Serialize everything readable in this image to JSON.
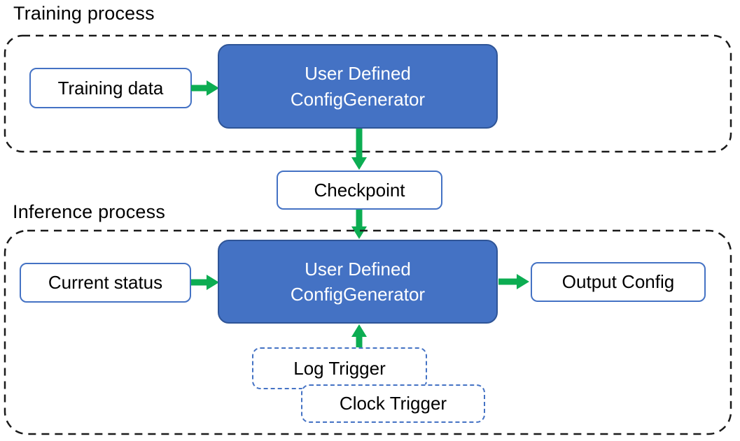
{
  "diagram": {
    "training_section": {
      "label": "Training process"
    },
    "inference_section": {
      "label": "Inference process"
    },
    "nodes": {
      "training_data": "Training data",
      "config_generator_training": {
        "line1": "User Defined",
        "line2": "ConfigGenerator"
      },
      "checkpoint": "Checkpoint",
      "current_status": "Current status",
      "config_generator_inference": {
        "line1": "User Defined",
        "line2": "ConfigGenerator"
      },
      "output_config": "Output Config",
      "log_trigger": "Log Trigger",
      "clock_trigger": "Clock Trigger"
    },
    "colors": {
      "node_fill": "#4472C4",
      "node_border": "#2F5597",
      "outline_blue": "#4472C4",
      "arrow_green": "#0CAD52",
      "dashed_container": "#1A1A1A",
      "text_dark": "#000000",
      "text_light": "#FFFFFF"
    }
  }
}
